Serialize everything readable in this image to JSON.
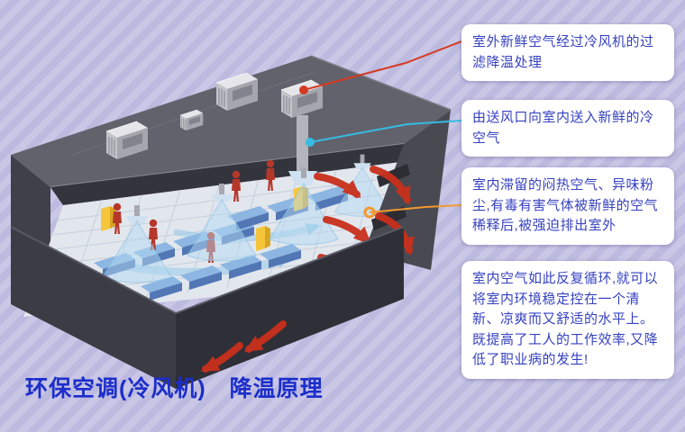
{
  "title": "环保空调(冷风机)　降温原理",
  "callouts": [
    {
      "id": 1,
      "text": "室外新鲜空气经过冷风机的过滤降温处理",
      "connector_color": "#d63a22",
      "target": "rooftop-cooler-unit"
    },
    {
      "id": 2,
      "text": "由送风口向室内送入新鲜的冷空气",
      "connector_color": "#35bce2",
      "target": "supply-air-duct"
    },
    {
      "id": 3,
      "text": "室内滞留的闷热空气、异味粉尘,有毒有害气体被新鲜的空气稀释后,被强迫排出室外",
      "connector_color": "#f2992e",
      "target": "exhaust-wall"
    },
    {
      "id": 4,
      "text": "室内空气如此反复循环,就可以将室内环境稳定控在一个清新、凉爽而又舒适的水平上。既提高了工人的工作效率,又降低了职业病的发生!",
      "connector_color": null,
      "target": null
    }
  ],
  "colors": {
    "background": "#c9c6e6",
    "background_stripe": "#bdbadf",
    "callout_background": "#ffffff",
    "callout_text": "#3742c0",
    "title_text": "#1c2ecb",
    "connector_red": "#d63a22",
    "connector_cyan": "#35bce2",
    "connector_orange": "#f2992e",
    "exhaust_arrow": "#c9301c",
    "cool_air": "#a9d2ee"
  }
}
